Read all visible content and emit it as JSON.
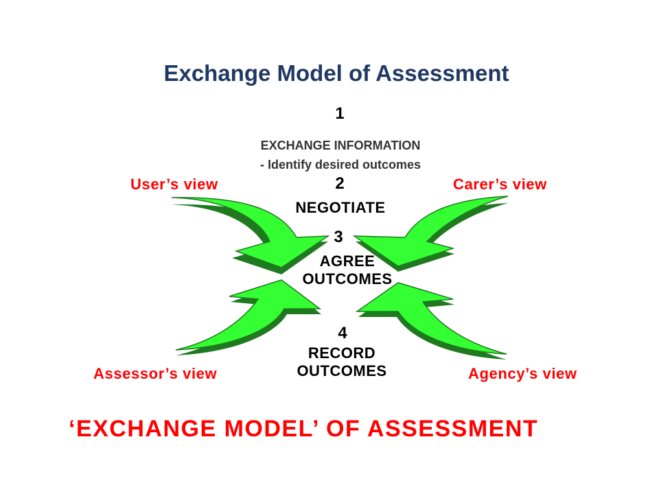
{
  "title": "Exchange Model of Assessment",
  "steps": [
    {
      "number": "1",
      "lines": [
        "EXCHANGE  INFORMATION",
        "- Identify desired outcomes"
      ]
    },
    {
      "number": "2",
      "lines": [
        "NEGOTIATE"
      ]
    },
    {
      "number": "3",
      "lines": [
        "AGREE",
        "OUTCOMES"
      ]
    },
    {
      "number": "4",
      "lines": [
        "RECORD",
        "OUTCOMES"
      ]
    }
  ],
  "views": {
    "user": "User’s view",
    "carer": "Carer’s view",
    "assessor": "Assessor’s view",
    "agency": "Agency’s view"
  },
  "footer": "‘EXCHANGE MODEL’ OF ASSESSMENT",
  "colors": {
    "title": "#1f3864",
    "view_label": "#ff0000",
    "arrow_fill": "#33ff33",
    "arrow_shadow": "#1f7a1f"
  }
}
